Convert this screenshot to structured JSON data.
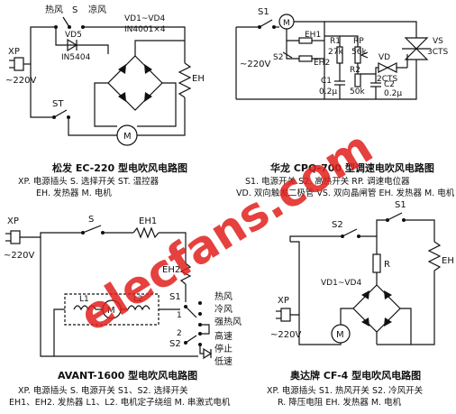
{
  "watermark": "elecfans.com",
  "c1": {
    "hot_wind": "热风",
    "switch_s": "S",
    "cold_wind": "凉风",
    "vd1_vd4": "VD1~VD4",
    "in4001": "IN4001×4",
    "vd5": "VD5",
    "in5404": "IN5404",
    "xp": "XP",
    "voltage": "~220V",
    "st": "ST",
    "eh": "EH",
    "motor": "M",
    "caption": "松发 EC-220 型电吹风电路图",
    "legend1": "XP. 电源插头   S. 选择开关   ST. 温控器",
    "legend2": "EH. 发热器   M. 电机"
  },
  "c2": {
    "s1": "S1",
    "motor": "M",
    "eh1": "EH1",
    "s2": "S2",
    "eh2": "EH2",
    "r1": "R1",
    "r1v": "27k",
    "rp": "RP",
    "rpv": "56k",
    "r2": "R2",
    "r2v": "50k",
    "vd": "VD",
    "cts2": "2CTS",
    "c1": "C1",
    "c1v": "0.2μ",
    "c2": "C2",
    "c2v": "0.2μ",
    "vs": "VS",
    "cts3": "3CTS",
    "voltage": "~220V",
    "caption": "华龙 CPQ-700 型调速电吹风电路图",
    "legend1": "S1. 电源开关   S2. 高热开关   RP. 调速电位器",
    "legend2": "VD. 双向触发二极管   VS. 双向晶闸管   EH. 发热器   M. 电机"
  },
  "c3": {
    "xp": "XP",
    "voltage": "~220V",
    "s": "S",
    "eh1": "EH1",
    "eh2": "EH2",
    "l1": "L1",
    "l2": "L2",
    "motor": "M",
    "s1": "S1",
    "s2": "S2",
    "n1": "1",
    "n2": "2",
    "hot": "热风",
    "cold": "冷风",
    "strong": "强热风",
    "high": "高速",
    "stop": "停止",
    "low": "低速",
    "caption": "AVANT-1600 型电吹风电路图",
    "legend1": "XP. 电源插头   S. 电源开关   S1、S2. 选择开关",
    "legend2": "EH1、EH2. 发热器   L1、L2. 电机定子绕组   M. 串激式电机"
  },
  "c4": {
    "s1": "S1",
    "s2": "S2",
    "r": "R",
    "eh": "EH",
    "vd1_vd4": "VD1~VD4",
    "xp": "XP",
    "voltage": "~220V",
    "motor": "M",
    "caption": "奥达牌 CF-4 型电吹风电路图",
    "legend1": "XP. 电源插头   S1. 热风开关   S2. 冷风开关",
    "legend2": "R. 降压电阻   EH. 发热器   M. 电机"
  }
}
